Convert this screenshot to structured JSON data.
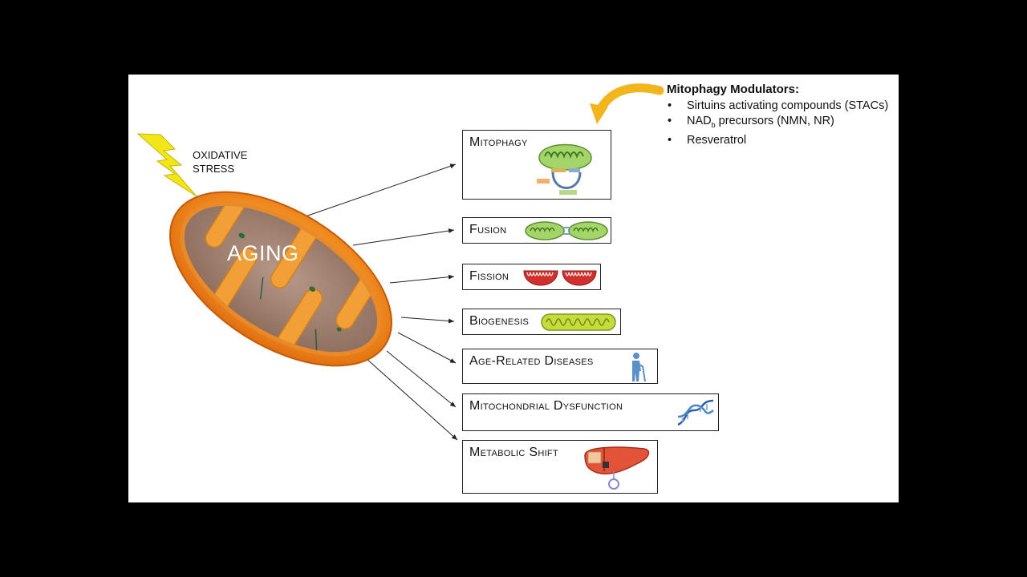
{
  "stress": {
    "line1": "OXIDATIVE",
    "line2": "STRESS"
  },
  "center_label": "AGING",
  "modulators": {
    "title": "Mitophagy Modulators:",
    "items": [
      {
        "text": "Sirtuins activating compounds (STACs)"
      },
      {
        "pre": "NAD",
        "sub": "b",
        "post": " precursors (NMN, NR)"
      },
      {
        "text": "Resveratrol"
      }
    ]
  },
  "outcomes": [
    {
      "label": "Mitophagy",
      "icon": "mitophagy-icon"
    },
    {
      "label": "Fusion",
      "icon": "fusion-icon"
    },
    {
      "label": "Fission",
      "icon": "fission-icon"
    },
    {
      "label": "Biogenesis",
      "icon": "biogenesis-icon"
    },
    {
      "label": "Age-Related Diseases",
      "icon": "elderly-person-icon"
    },
    {
      "label": "Mitochondrial Dysfunction",
      "icon": "dna-icon"
    },
    {
      "label": "Metabolic Shift",
      "icon": "liver-icon"
    }
  ],
  "colors": {
    "mito_outer": "#e8730c",
    "mito_inner": "#a07e6c",
    "lightning": "#f2e619",
    "arrow_curve": "#f2b51c",
    "mito_icon_green": "#8bc34a",
    "fission_red": "#d0312d",
    "biogenesis_green": "#c6dc3c"
  }
}
